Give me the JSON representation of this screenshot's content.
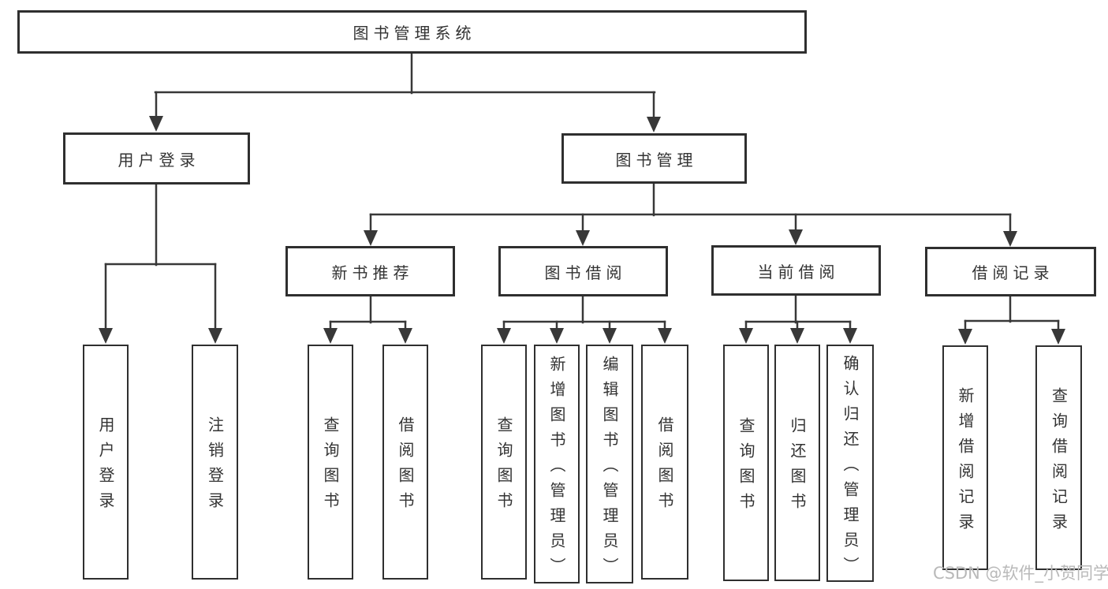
{
  "nodes": {
    "root": "图书管理系统",
    "user_login": "用户登录",
    "book_mgmt": "图书管理",
    "new_books": "新书推荐",
    "book_borrow": "图书借阅",
    "current_borrow": "当前借阅",
    "borrow_records": "借阅记录",
    "leaves": {
      "user_login": [
        "用户登录",
        "注销登录"
      ],
      "new_books": [
        "查询图书",
        "借阅图书"
      ],
      "book_borrow": [
        "查询图书",
        "新增图书（管理员）",
        "编辑图书（管理员）",
        "借阅图书"
      ],
      "current_borrow": [
        "查询图书",
        "归还图书",
        "确认归还（管理员）"
      ],
      "borrow_records": [
        "新增借阅记录",
        "查询借阅记录"
      ]
    }
  },
  "watermark": "CSDN @软件_小贺同学",
  "colors": {
    "line": "#383838",
    "box_border": "#2f2f2f",
    "text": "#333333",
    "watermark": "#b9b9b9",
    "background": "#ffffff"
  }
}
